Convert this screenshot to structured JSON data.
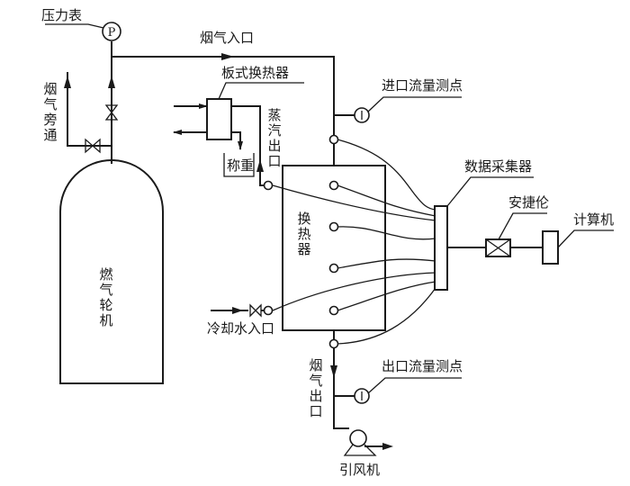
{
  "diagram": {
    "title": "燃气轮机烟气换热实验系统",
    "components": {
      "pressure_gauge": {
        "label": "压力表",
        "symbol": "P"
      },
      "gas_turbine": {
        "label": "燃气轮机"
      },
      "flue_gas_bypass": {
        "label": "烟气旁通"
      },
      "flue_gas_inlet": {
        "label": "烟气入口"
      },
      "plate_heat_exchanger": {
        "label": "板式换热器"
      },
      "steam_outlet": {
        "label": "蒸汽出口"
      },
      "weighing": {
        "label": "称重"
      },
      "inlet_flow_point": {
        "label": "进口流量测点",
        "symbol": "|"
      },
      "heat_exchanger": {
        "label": "换热器"
      },
      "cooling_water_inlet": {
        "label": "冷却水入口"
      },
      "data_collector": {
        "label": "数据采集器"
      },
      "agilent": {
        "label": "安捷伦"
      },
      "computer": {
        "label": "计算机"
      },
      "flue_gas_outlet": {
        "label": "烟气出口"
      },
      "outlet_flow_point": {
        "label": "出口流量测点",
        "symbol": "|"
      },
      "induced_fan": {
        "label": "引风机"
      }
    }
  }
}
